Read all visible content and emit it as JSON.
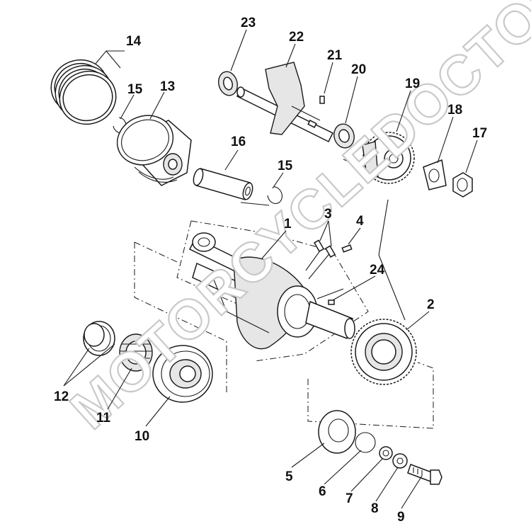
{
  "watermark": "MOTORCYCLEDOCTOR",
  "labels": {
    "p1": "1",
    "p2": "2",
    "p3": "3",
    "p4": "4",
    "p5": "5",
    "p6": "6",
    "p7": "7",
    "p8": "8",
    "p9": "9",
    "p10": "10",
    "p11": "11",
    "p12": "12",
    "p13": "13",
    "p14": "14",
    "p15a": "15",
    "p15b": "15",
    "p16": "16",
    "p17": "17",
    "p18": "18",
    "p19": "19",
    "p20": "20",
    "p21": "21",
    "p22": "22",
    "p23": "23",
    "p24": "24"
  }
}
